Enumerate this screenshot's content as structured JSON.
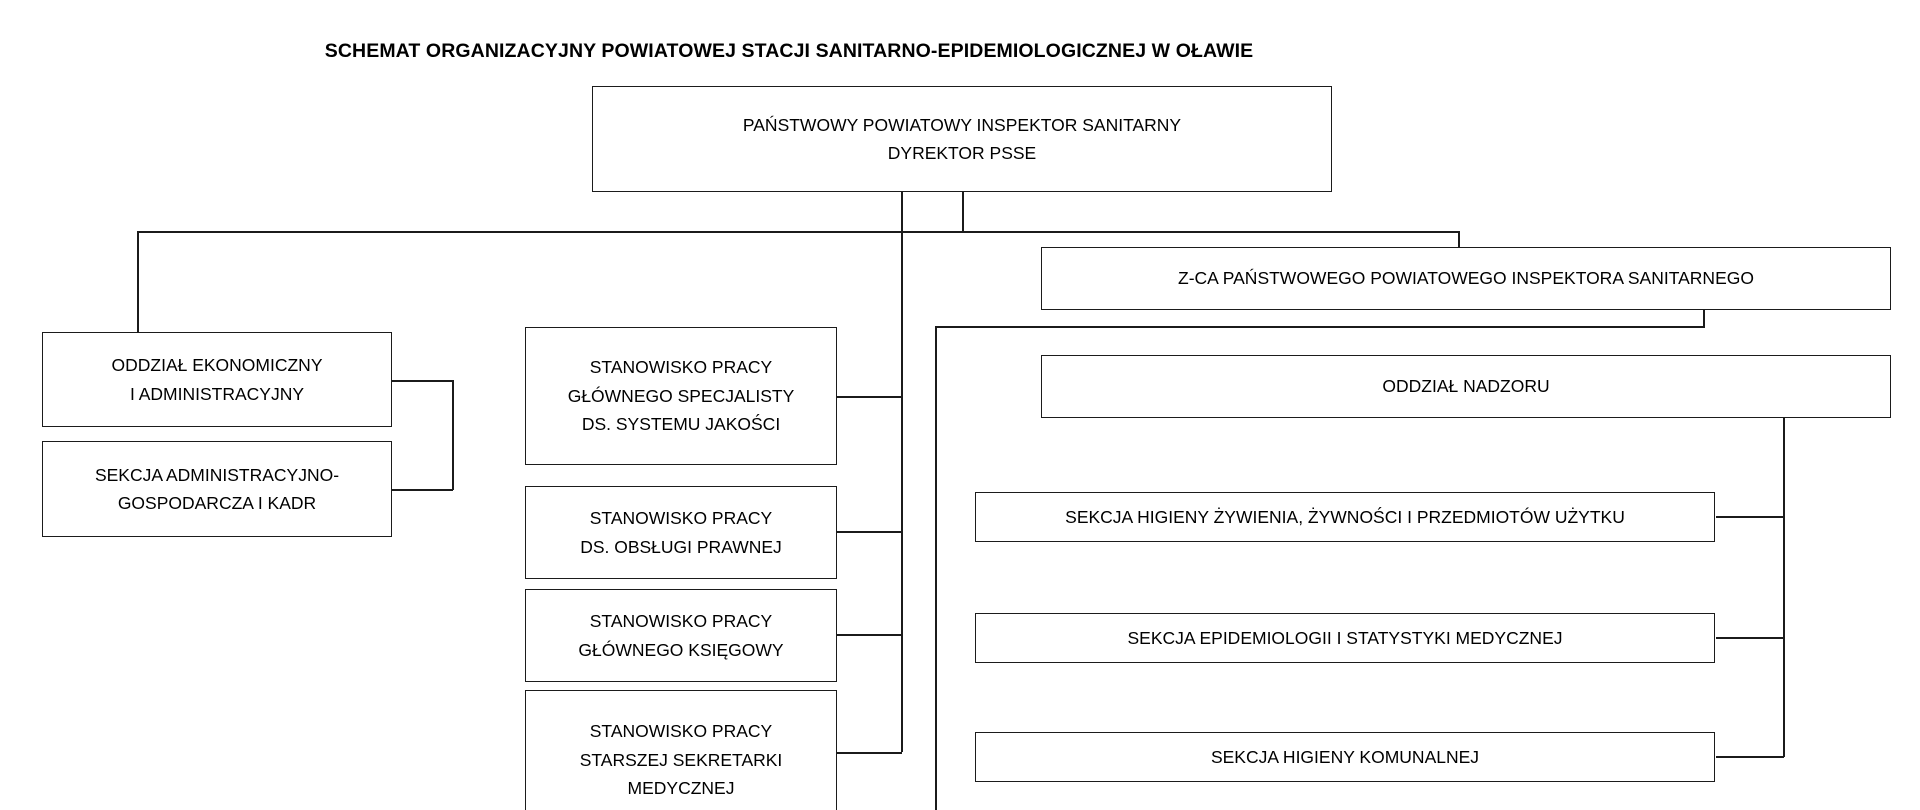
{
  "title": "SCHEMAT ORGANIZACYJNY POWIATOWEJ STACJI SANITARNO-EPIDEMIOLOGICZNEJ W OŁAWIE",
  "nodes": {
    "director": {
      "line1": "PAŃSTWOWY POWIATOWY INSPEKTOR SANITARNY",
      "line2": "DYREKTOR PSSE"
    },
    "deputy": {
      "line1": "Z-CA PAŃSTWOWEGO POWIATOWEGO INSPEKTORA SANITARNEGO"
    },
    "economic_dept": {
      "line1": "ODDZIAŁ EKONOMICZNY",
      "line2": "I ADMINISTRACYJNY"
    },
    "admin_section": {
      "line1": "SEKCJA ADMINISTRACYJNO-",
      "line2": "GOSPODARCZA I KADR"
    },
    "quality_specialist": {
      "line1": "STANOWISKO PRACY",
      "line2": "GŁÓWNEGO SPECJALISTY",
      "line3": "DS. SYSTEMU JAKOŚCI"
    },
    "legal_service": {
      "line1": "STANOWISKO PRACY",
      "line2": "DS. OBSŁUGI PRAWNEJ"
    },
    "chief_accountant": {
      "line1": "STANOWISKO PRACY",
      "line2": "GŁÓWNEGO KSIĘGOWY"
    },
    "senior_secretary": {
      "line1": "STANOWISKO PRACY",
      "line2": "STARSZEJ SEKRETARKI",
      "line3": "MEDYCZNEJ"
    },
    "supervision_dept": {
      "line1": "ODDZIAŁ NADZORU"
    },
    "food_hygiene": {
      "line1": "SEKCJA HIGIENY ŻYWIENIA, ŻYWNOŚCI I PRZEDMIOTÓW UŻYTKU"
    },
    "epidemiology": {
      "line1": "SEKCJA EPIDEMIOLOGII I STATYSTYKI MEDYCZNEJ"
    },
    "communal_hygiene": {
      "line1": "SEKCJA HIGIENY KOMUNALNEJ"
    }
  },
  "chart_data": {
    "type": "diagram",
    "diagram_kind": "organizational-chart",
    "language": "pl",
    "title": "SCHEMAT ORGANIZACYJNY POWIATOWEJ STACJI SANITARNO-EPIDEMIOLOGICZNEJ W OŁAWIE",
    "levels": [
      {
        "level": 0,
        "nodes": [
          "PAŃSTWOWY POWIATOWY INSPEKTOR SANITARNY / DYREKTOR PSSE"
        ]
      },
      {
        "level": 1,
        "nodes": [
          "ODDZIAŁ EKONOMICZNY I ADMINISTRACYJNY",
          "STANOWISKO PRACY GŁÓWNEGO SPECJALISTY DS. SYSTEMU JAKOŚCI",
          "STANOWISKO PRACY DS. OBSŁUGI PRAWNEJ",
          "STANOWISKO PRACY GŁÓWNEGO KSIĘGOWY",
          "STANOWISKO PRACY STARSZEJ SEKRETARKI MEDYCZNEJ",
          "Z-CA PAŃSTWOWEGO POWIATOWEGO INSPEKTORA SANITARNEGO"
        ]
      },
      {
        "level": 2,
        "nodes": [
          "SEKCJA ADMINISTRACYJNO-GOSPODARCZA I KADR",
          "ODDZIAŁ NADZORU"
        ]
      },
      {
        "level": 3,
        "nodes": [
          "SEKCJA HIGIENY ŻYWIENIA, ŻYWNOŚCI I PRZEDMIOTÓW UŻYTKU",
          "SEKCJA EPIDEMIOLOGII I STATYSTYKI MEDYCZNEJ",
          "SEKCJA HIGIENY KOMUNALNEJ"
        ]
      }
    ],
    "edges": [
      {
        "from": "PAŃSTWOWY POWIATOWY INSPEKTOR SANITARNY / DYREKTOR PSSE",
        "to": "ODDZIAŁ EKONOMICZNY I ADMINISTRACYJNY"
      },
      {
        "from": "PAŃSTWOWY POWIATOWY INSPEKTOR SANITARNY / DYREKTOR PSSE",
        "to": "Z-CA PAŃSTWOWEGO POWIATOWEGO INSPEKTORA SANITARNEGO"
      },
      {
        "from": "PAŃSTWOWY POWIATOWY INSPEKTOR SANITARNY / DYREKTOR PSSE",
        "to": "STANOWISKO PRACY GŁÓWNEGO SPECJALISTY DS. SYSTEMU JAKOŚCI"
      },
      {
        "from": "PAŃSTWOWY POWIATOWY INSPEKTOR SANITARNY / DYREKTOR PSSE",
        "to": "STANOWISKO PRACY DS. OBSŁUGI PRAWNEJ"
      },
      {
        "from": "PAŃSTWOWY POWIATOWY INSPEKTOR SANITARNY / DYREKTOR PSSE",
        "to": "STANOWISKO PRACY GŁÓWNEGO KSIĘGOWY"
      },
      {
        "from": "PAŃSTWOWY POWIATOWY INSPEKTOR SANITARNY / DYREKTOR PSSE",
        "to": "STANOWISKO PRACY STARSZEJ SEKRETARKI MEDYCZNEJ"
      },
      {
        "from": "ODDZIAŁ EKONOMICZNY I ADMINISTRACYJNY",
        "to": "SEKCJA ADMINISTRACYJNO-GOSPODARCZA I KADR"
      },
      {
        "from": "Z-CA PAŃSTWOWEGO POWIATOWEGO INSPEKTORA SANITARNEGO",
        "to": "ODDZIAŁ NADZORU"
      },
      {
        "from": "ODDZIAŁ NADZORU",
        "to": "SEKCJA HIGIENY ŻYWIENIA, ŻYWNOŚCI I PRZEDMIOTÓW UŻYTKU"
      },
      {
        "from": "ODDZIAŁ NADZORU",
        "to": "SEKCJA EPIDEMIOLOGII I STATYSTYKI MEDYCZNEJ"
      },
      {
        "from": "ODDZIAŁ NADZORU",
        "to": "SEKCJA HIGIENY KOMUNALNEJ"
      }
    ],
    "colors": {
      "background": "#ffffff",
      "box_border": "#1b1b1b",
      "text": "#000000"
    }
  }
}
